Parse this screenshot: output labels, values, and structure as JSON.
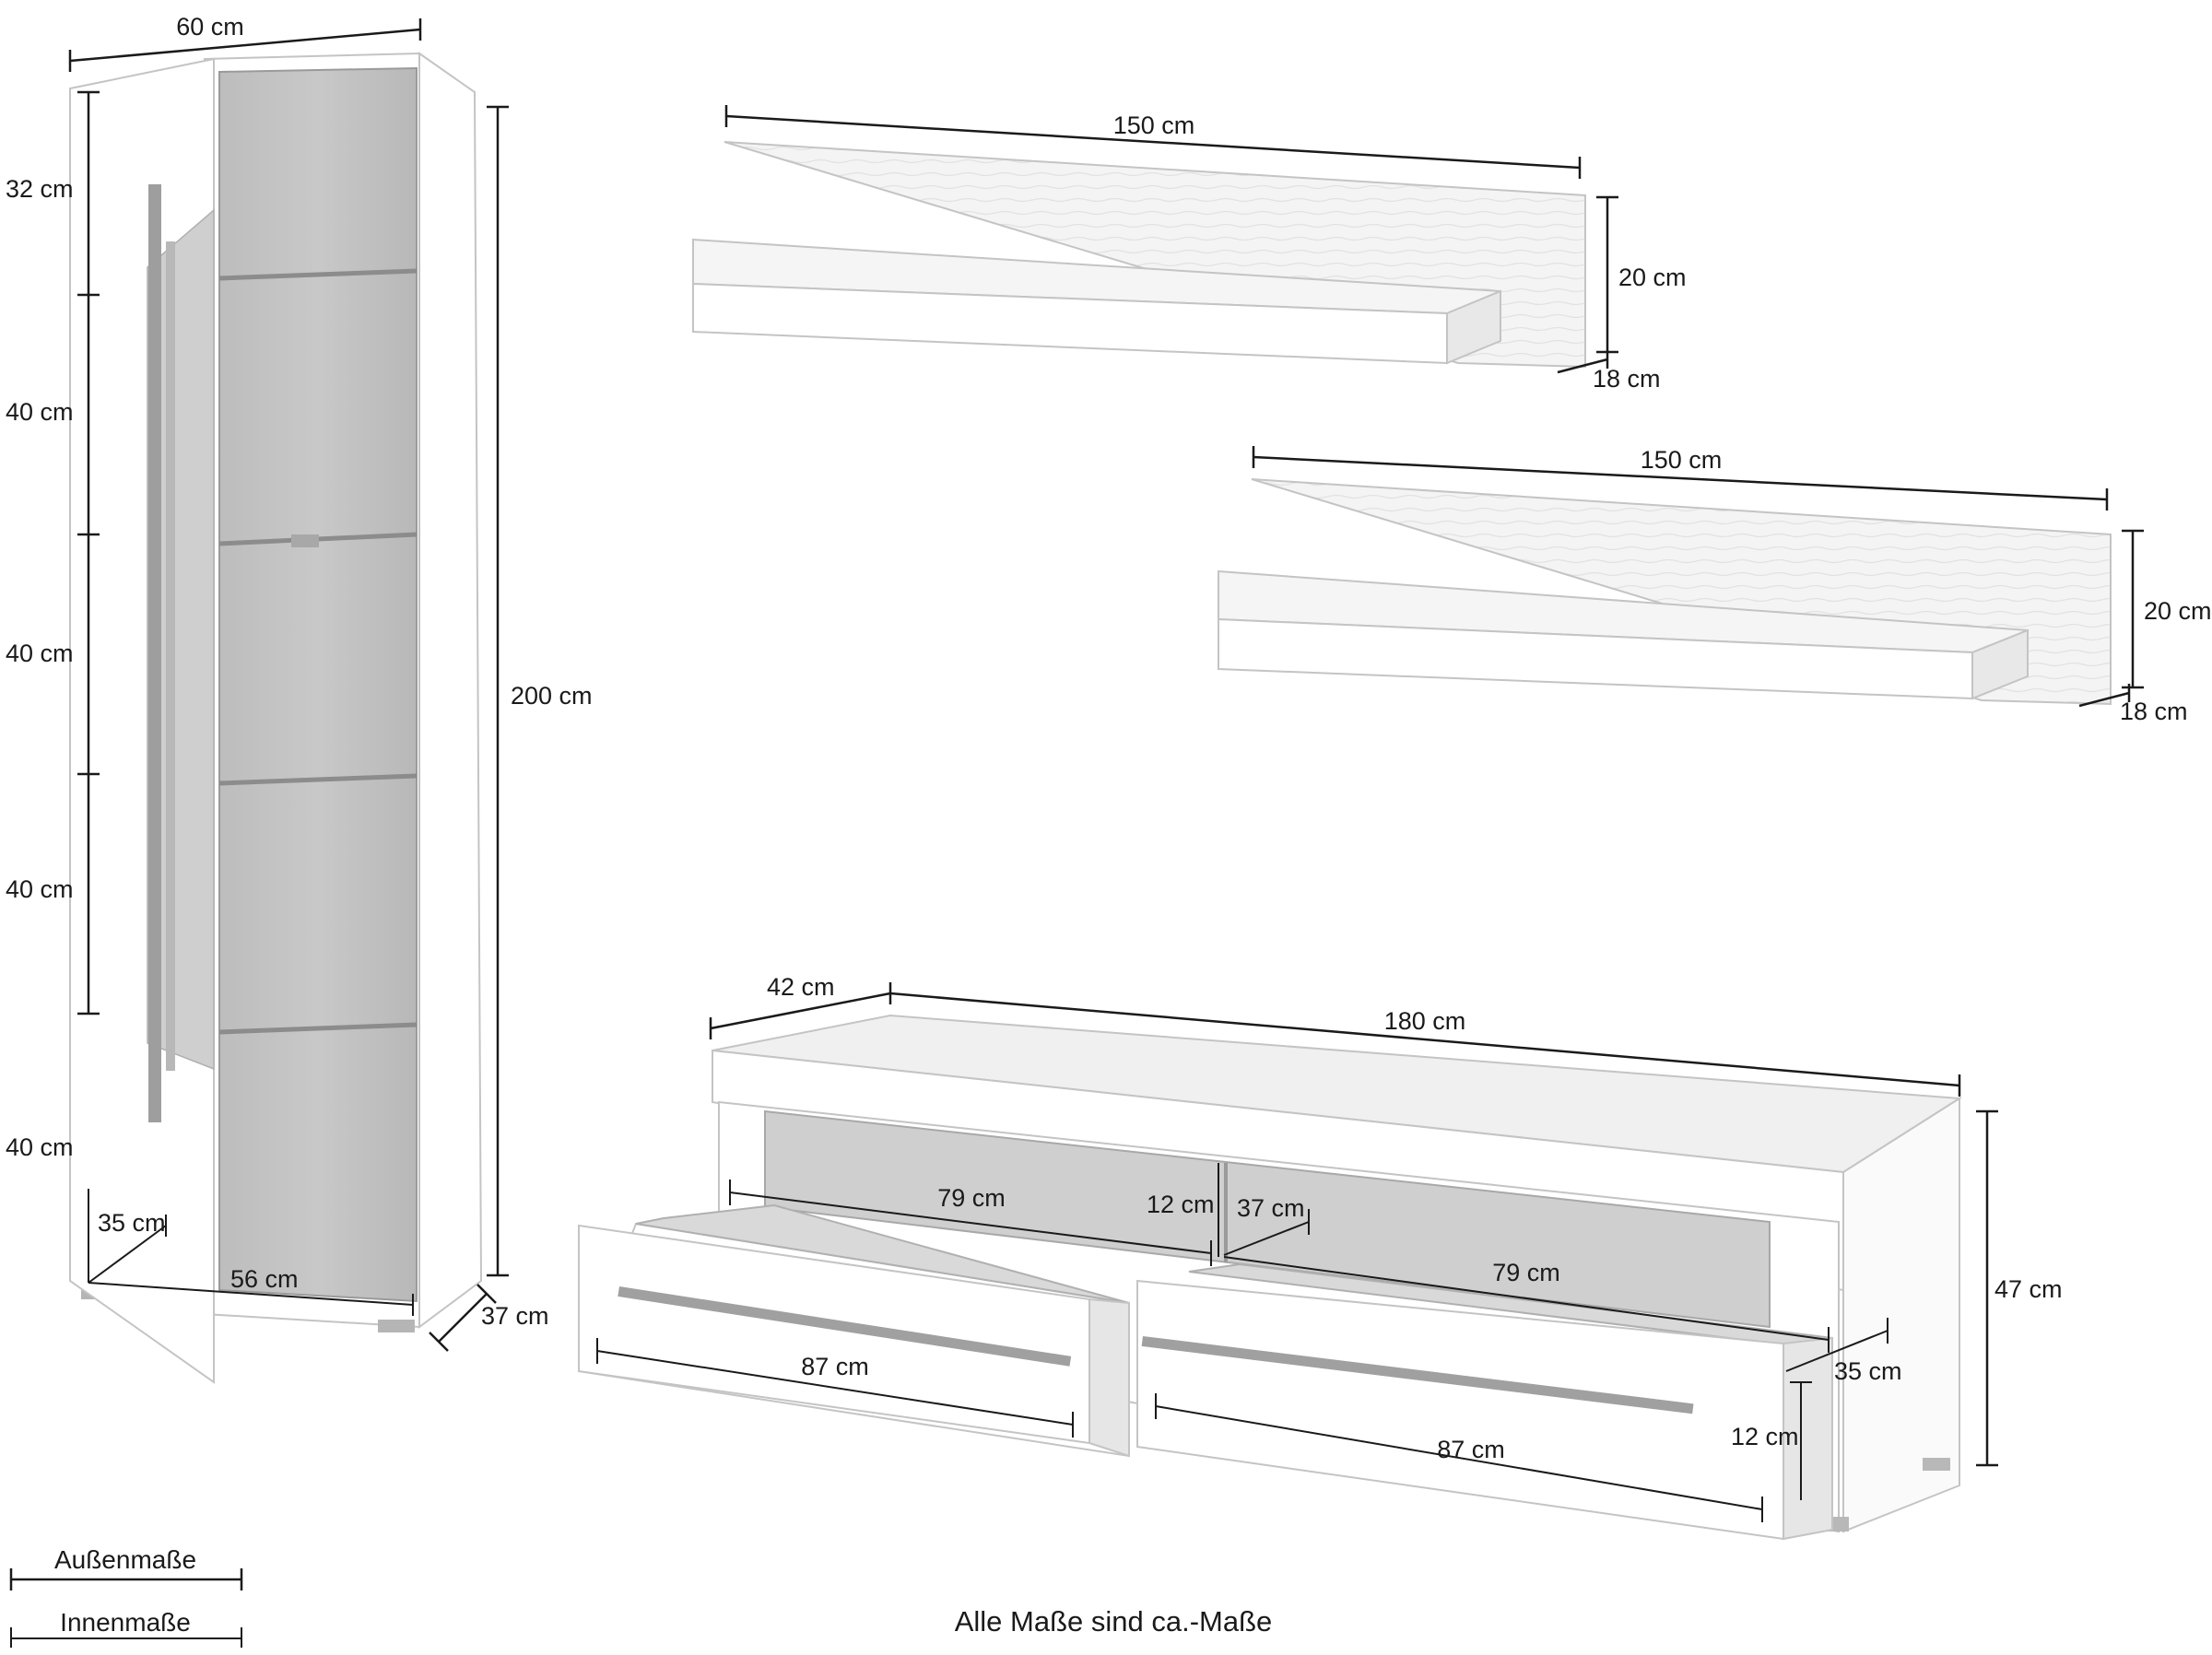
{
  "tall_cabinet": {
    "width": "60 cm",
    "height": "200 cm",
    "depth": "37 cm",
    "compartment_1": "32 cm",
    "compartment_2": "40 cm",
    "compartment_3": "40 cm",
    "compartment_4": "40 cm",
    "compartment_5": "40 cm",
    "inner_depth": "35 cm",
    "inner_width": "56 cm"
  },
  "shelf_top": {
    "width": "150 cm",
    "height": "20 cm",
    "depth": "18 cm"
  },
  "shelf_bottom": {
    "width": "150 cm",
    "height": "20 cm",
    "depth": "18 cm"
  },
  "lowboard": {
    "depth": "42 cm",
    "width": "180 cm",
    "height": "47 cm",
    "open_width_left": "79 cm",
    "open_height": "12 cm",
    "open_depth": "37 cm",
    "open_width_right": "79 cm",
    "drawer_width_left": "87 cm",
    "drawer_depth": "35 cm",
    "drawer_height": "12 cm",
    "drawer_width_right": "87 cm"
  },
  "legend": {
    "outer_label": "Außenmaße",
    "inner_label": "Innenmaße"
  },
  "footnote": "Alle Maße sind ca.-Maße",
  "colors": {
    "line": "#1a1a1a",
    "furniture_outline": "#b5b5b5",
    "glass": "#c9c9c9",
    "wood": "#e9e9e9",
    "shadow": "#d4d4d4"
  }
}
